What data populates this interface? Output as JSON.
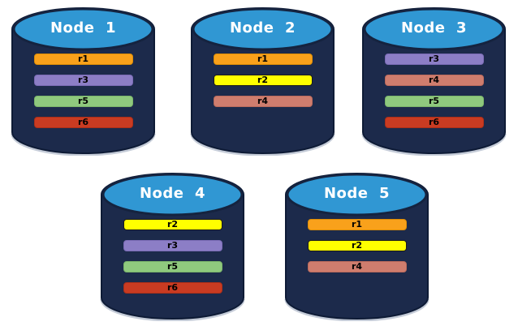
{
  "colors": {
    "background": "#ffffff",
    "cylinder_body": "#1C2A4B",
    "cylinder_outline": "#0E1B36",
    "cylinder_bottom_highlight": "#B6BFCE",
    "cylinder_top": "#3097D3",
    "cylinder_top_border": "#15233F",
    "title_text": "#ffffff",
    "bar_text": "#000000"
  },
  "replicas": {
    "r1": {
      "label": "r1",
      "fill": "#F9A11B",
      "border": "#DE8E05"
    },
    "r2": {
      "label": "r2",
      "fill": "#FFFF00",
      "border": "#1A1A1A"
    },
    "r3": {
      "label": "r3",
      "fill": "#8C7EC6",
      "border": "#7A6BB5"
    },
    "r4": {
      "label": "r4",
      "fill": "#CF7D6E",
      "border": "#BA6A5C"
    },
    "r5": {
      "label": "r5",
      "fill": "#8FC97E",
      "border": "#7BB56A"
    },
    "r6": {
      "label": "r6",
      "fill": "#C93B22",
      "border": "#AD2F18"
    }
  },
  "nodes": [
    {
      "title": "Node  1",
      "replicas": [
        "r1",
        "r3",
        "r5",
        "r6"
      ]
    },
    {
      "title": "Node  2",
      "replicas": [
        "r1",
        "r2",
        "r4"
      ]
    },
    {
      "title": "Node  3",
      "replicas": [
        "r3",
        "r4",
        "r5",
        "r6"
      ]
    },
    {
      "title": "Node  4",
      "replicas": [
        "r2",
        "r3",
        "r5",
        "r6"
      ]
    },
    {
      "title": "Node  5",
      "replicas": [
        "r1",
        "r2",
        "r4"
      ]
    }
  ]
}
